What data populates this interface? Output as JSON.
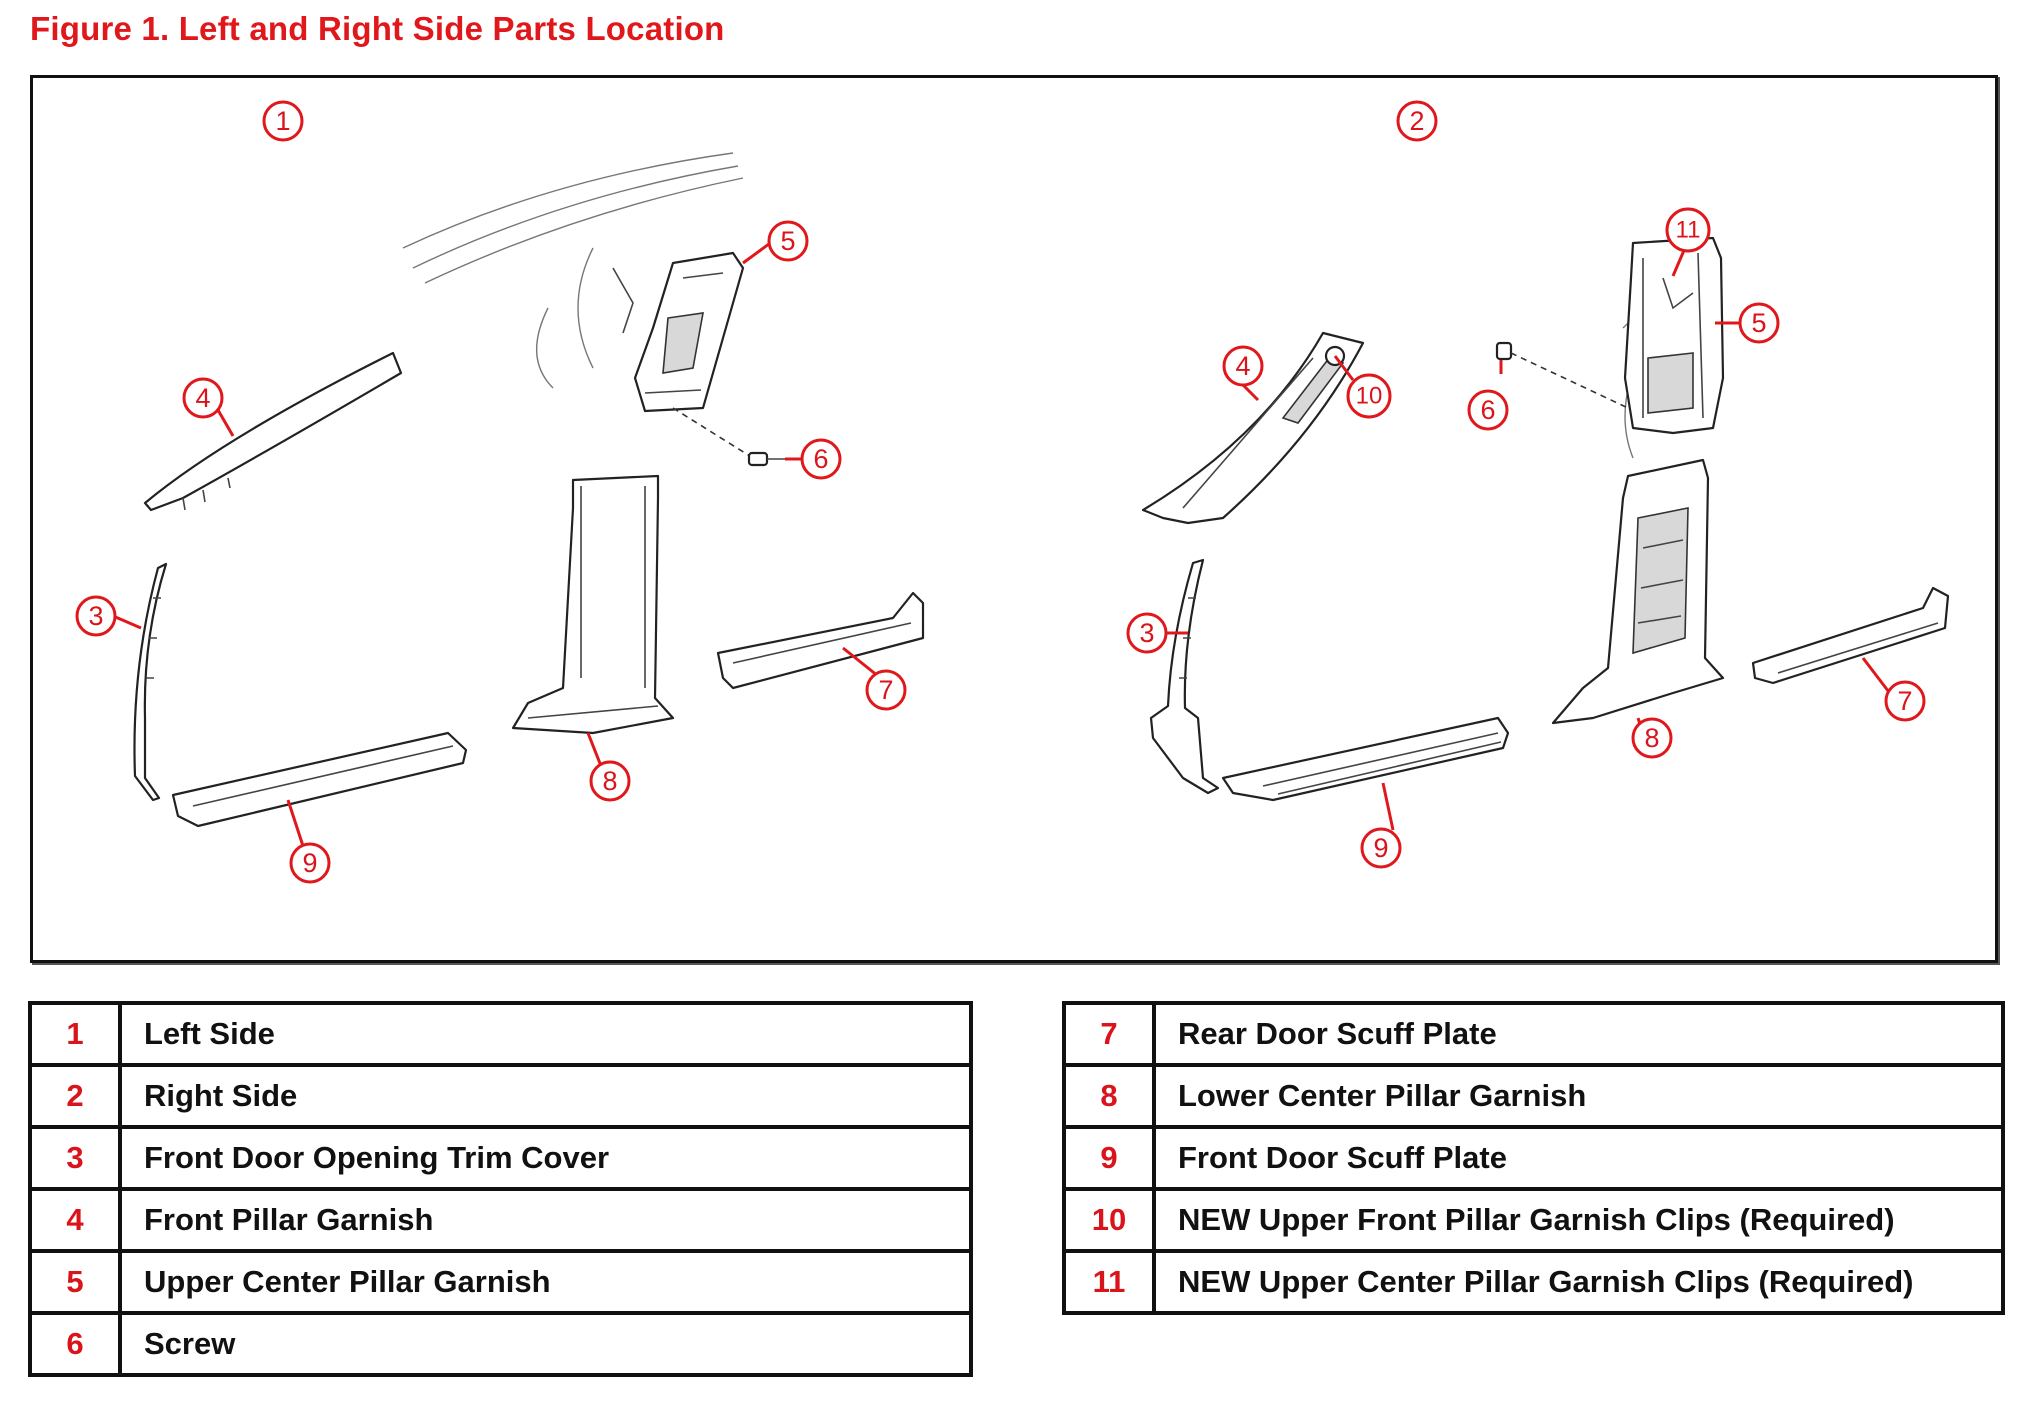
{
  "figure_title": "Figure 1.  Left and Right Side Parts Location",
  "callouts": {
    "c1": "1",
    "c2": "2",
    "c3": "3",
    "c4": "4",
    "c5": "5",
    "c6": "6",
    "c7": "7",
    "c8": "8",
    "c9": "9",
    "c10": "10",
    "c11": "11"
  },
  "legend_left": [
    {
      "num": "1",
      "label": "Left Side"
    },
    {
      "num": "2",
      "label": "Right Side"
    },
    {
      "num": "3",
      "label": "Front Door Opening Trim Cover"
    },
    {
      "num": "4",
      "label": "Front Pillar Garnish"
    },
    {
      "num": "5",
      "label": "Upper Center Pillar Garnish"
    },
    {
      "num": "6",
      "label": "Screw"
    }
  ],
  "legend_right": [
    {
      "num": "7",
      "label": "Rear Door Scuff Plate"
    },
    {
      "num": "8",
      "label": "Lower Center Pillar Garnish"
    },
    {
      "num": "9",
      "label": "Front Door Scuff Plate"
    },
    {
      "num": "10",
      "label": "NEW Upper Front Pillar Garnish Clips (Required)"
    },
    {
      "num": "11",
      "label": "NEW Upper Center Pillar Garnish Clips (Required)"
    }
  ],
  "colors": {
    "callout_red": "#e0181b",
    "line": "#222222"
  }
}
